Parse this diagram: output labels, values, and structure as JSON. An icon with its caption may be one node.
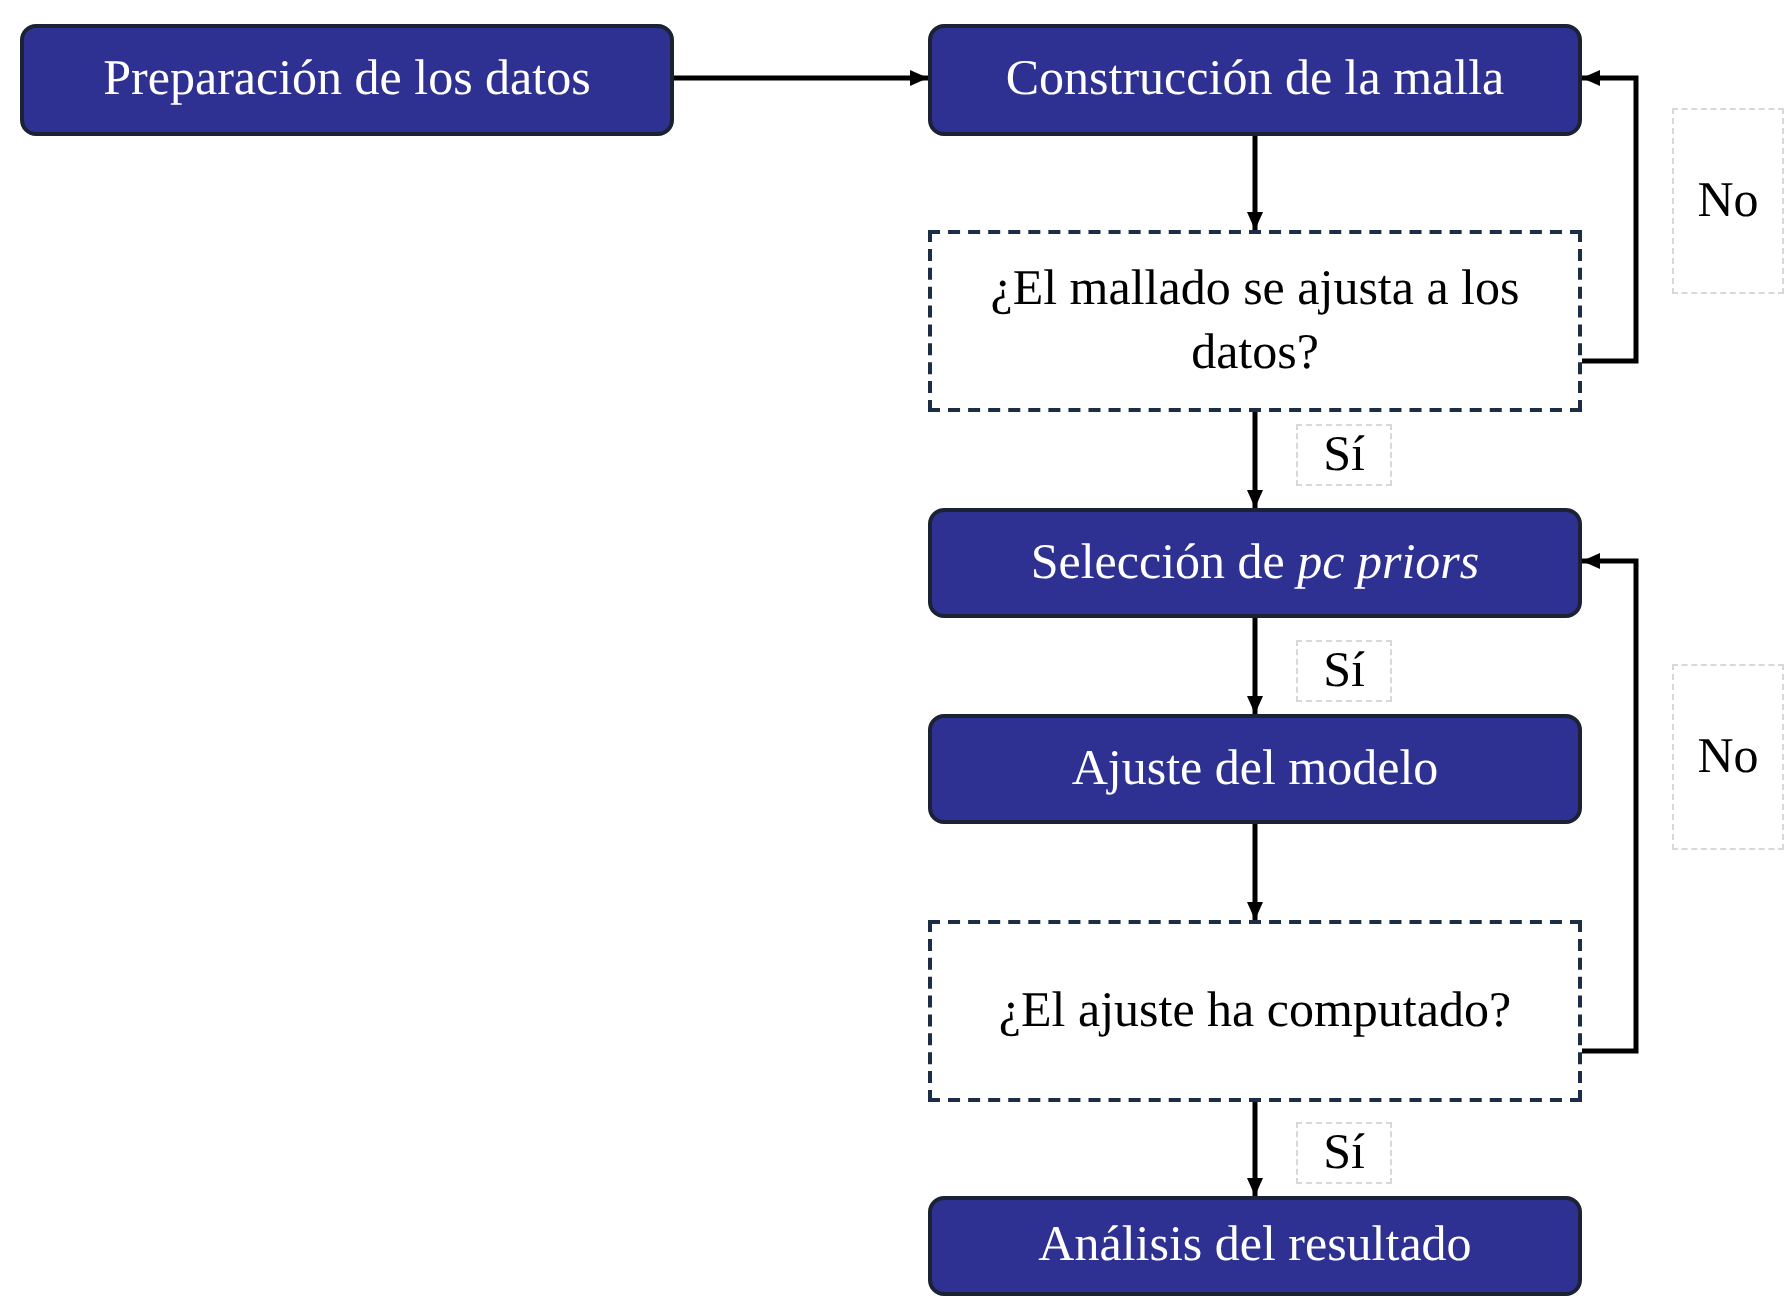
{
  "diagram": {
    "nodes": [
      {
        "text": [
          "Preparación de los datos"
        ]
      },
      {
        "text": [
          "Construcción de la malla"
        ]
      },
      {
        "text": [
          "¿El mallado se ajusta a los datos?"
        ]
      },
      {
        "text": [
          "Selección de *pc priors*"
        ]
      },
      {
        "text": [
          "Ajuste del modelo"
        ]
      },
      {
        "text": [
          "¿El ajuste ha computado?"
        ]
      },
      {
        "text": [
          "Análisis del resultado"
        ]
      }
    ],
    "edges": [
      {
        "from": 0,
        "to": 1,
        "arrow": "to"
      },
      {
        "from": 1,
        "to": 2,
        "arrow": "to"
      },
      {
        "from": 2,
        "to": 3,
        "arrow": "to",
        "label": "Sí"
      },
      {
        "from": 3,
        "to": 4,
        "arrow": "to",
        "label": "Sí"
      },
      {
        "from": 4,
        "to": 5,
        "arrow": "to"
      },
      {
        "from": 5,
        "to": 6,
        "arrow": "to",
        "label": "Sí"
      },
      {
        "from": 2,
        "to": 1,
        "arrow": "to",
        "label": "No"
      },
      {
        "from": 5,
        "to": 3,
        "arrow": "to",
        "label": "No"
      }
    ]
  }
}
